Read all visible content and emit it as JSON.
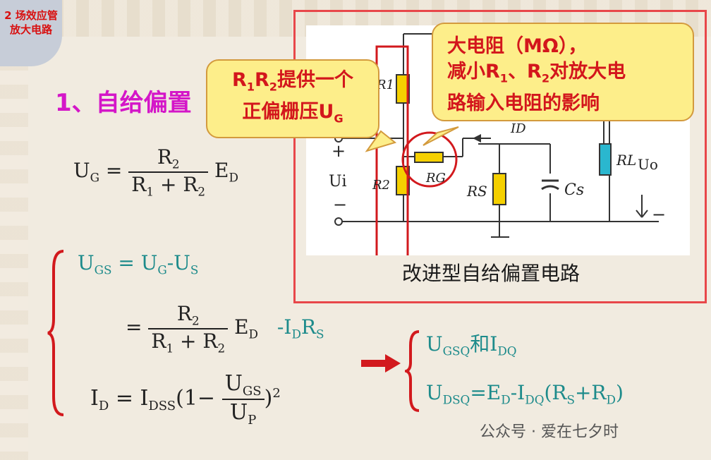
{
  "badge": "2 场效应管放大电路",
  "heading": "1、自给偏置",
  "callout_rg": {
    "line1_prefix": "R",
    "line1_sub1": "1",
    "line1_mid": "R",
    "line1_sub2": "2",
    "line1_rest": "提供一个",
    "line2_text": "正偏栅压U",
    "line2_sub": "G"
  },
  "callout_big": {
    "line1": "大电阻（MΩ），",
    "line2_a": "减小R",
    "line2_s1": "1",
    "line2_b": "、R",
    "line2_s2": "2",
    "line2_c": "对放大电",
    "line3": "路输入电阻的影响"
  },
  "diagram": {
    "caption": "改进型自给偏置电路",
    "labels": {
      "r1": "R1",
      "r2": "R2",
      "rg": "RG",
      "rs": "RS",
      "cs": "Cs",
      "rl": "RL",
      "uo": "Uo",
      "ui": "Ui",
      "id": "ID",
      "plus_in": "+",
      "minus_in": "−",
      "minus_out": "−"
    }
  },
  "equations": {
    "ug_lhs": "U",
    "ug_sub": "G",
    "ug_eq": "=",
    "ug_num": "R",
    "ug_num_sub": "2",
    "ug_den": "R",
    "ug_den_s1": "1",
    "ug_den_plus": " + R",
    "ug_den_s2": "2",
    "ug_ed": "E",
    "ug_ed_sub": "D",
    "ugs_line": {
      "a": "U",
      "a_sub": "GS",
      "b": " = U",
      "b_sub": "G",
      "c": "-U",
      "c_sub": "S"
    },
    "line2": {
      "eq": "=",
      "num": "R",
      "num_sub": "2",
      "den": "R",
      "den_s1": "1",
      "den_plus": " + R",
      "den_s2": "2",
      "ed": "E",
      "ed_sub": "D",
      "tail": "-I",
      "tail_sub": "D",
      "tail_r": "R",
      "tail_rsub": "S"
    },
    "id_line": {
      "a": "I",
      "a_sub": "D",
      "b": " = I",
      "b_sub": "DSS",
      "c": "(1−",
      "num": "U",
      "num_sub": "GS",
      "den": "U",
      "den_sub": "P",
      "d": ")",
      "pow": "2"
    },
    "result1": {
      "a": "U",
      "a_sub": "GSQ",
      "b": "和I",
      "b_sub": "DQ"
    },
    "result2": {
      "a": "U",
      "a_sub": "DSQ",
      "b": "=E",
      "b_sub": "D",
      "c": "-I",
      "c_sub": "DQ",
      "d": "(R",
      "d_sub": "S",
      "e": "+R",
      "e_sub": "D",
      "f": ")"
    }
  },
  "watermark": "公众号 · 爱在七夕时",
  "colors": {
    "accent_red": "#e8474a",
    "heading_magenta": "#d416c8",
    "teal": "#1d8b8b",
    "callout_fill": "#fdee8a"
  }
}
